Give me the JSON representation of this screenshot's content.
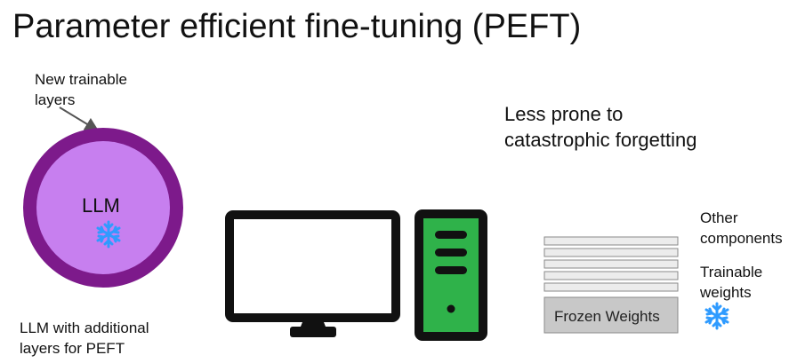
{
  "title": "Parameter efficient fine-tuning (PEFT)",
  "annotations": {
    "new_trainable_line1": "New trainable",
    "new_trainable_line2": "layers",
    "llm_label": "LLM",
    "llm_caption_line1": "LLM with additional",
    "llm_caption_line2": "layers for PEFT",
    "less_prone_line1": "Less prone to",
    "less_prone_line2": "catastrophic forgetting",
    "other_components_line1": "Other",
    "other_components_line2": "components",
    "trainable_weights_line1": "Trainable",
    "trainable_weights_line2": "weights",
    "frozen_weights": "Frozen Weights"
  },
  "colors": {
    "outer_ring": "#7d1a8b",
    "inner_circle": "#c77fef",
    "snowflake": "#2f9bff",
    "computer_tower": "#2fb24a",
    "frozen_box": "#c8c8c8"
  },
  "icons": {
    "snowflake": "snowflake-icon",
    "monitor": "monitor-icon",
    "tower": "computer-tower-icon"
  }
}
